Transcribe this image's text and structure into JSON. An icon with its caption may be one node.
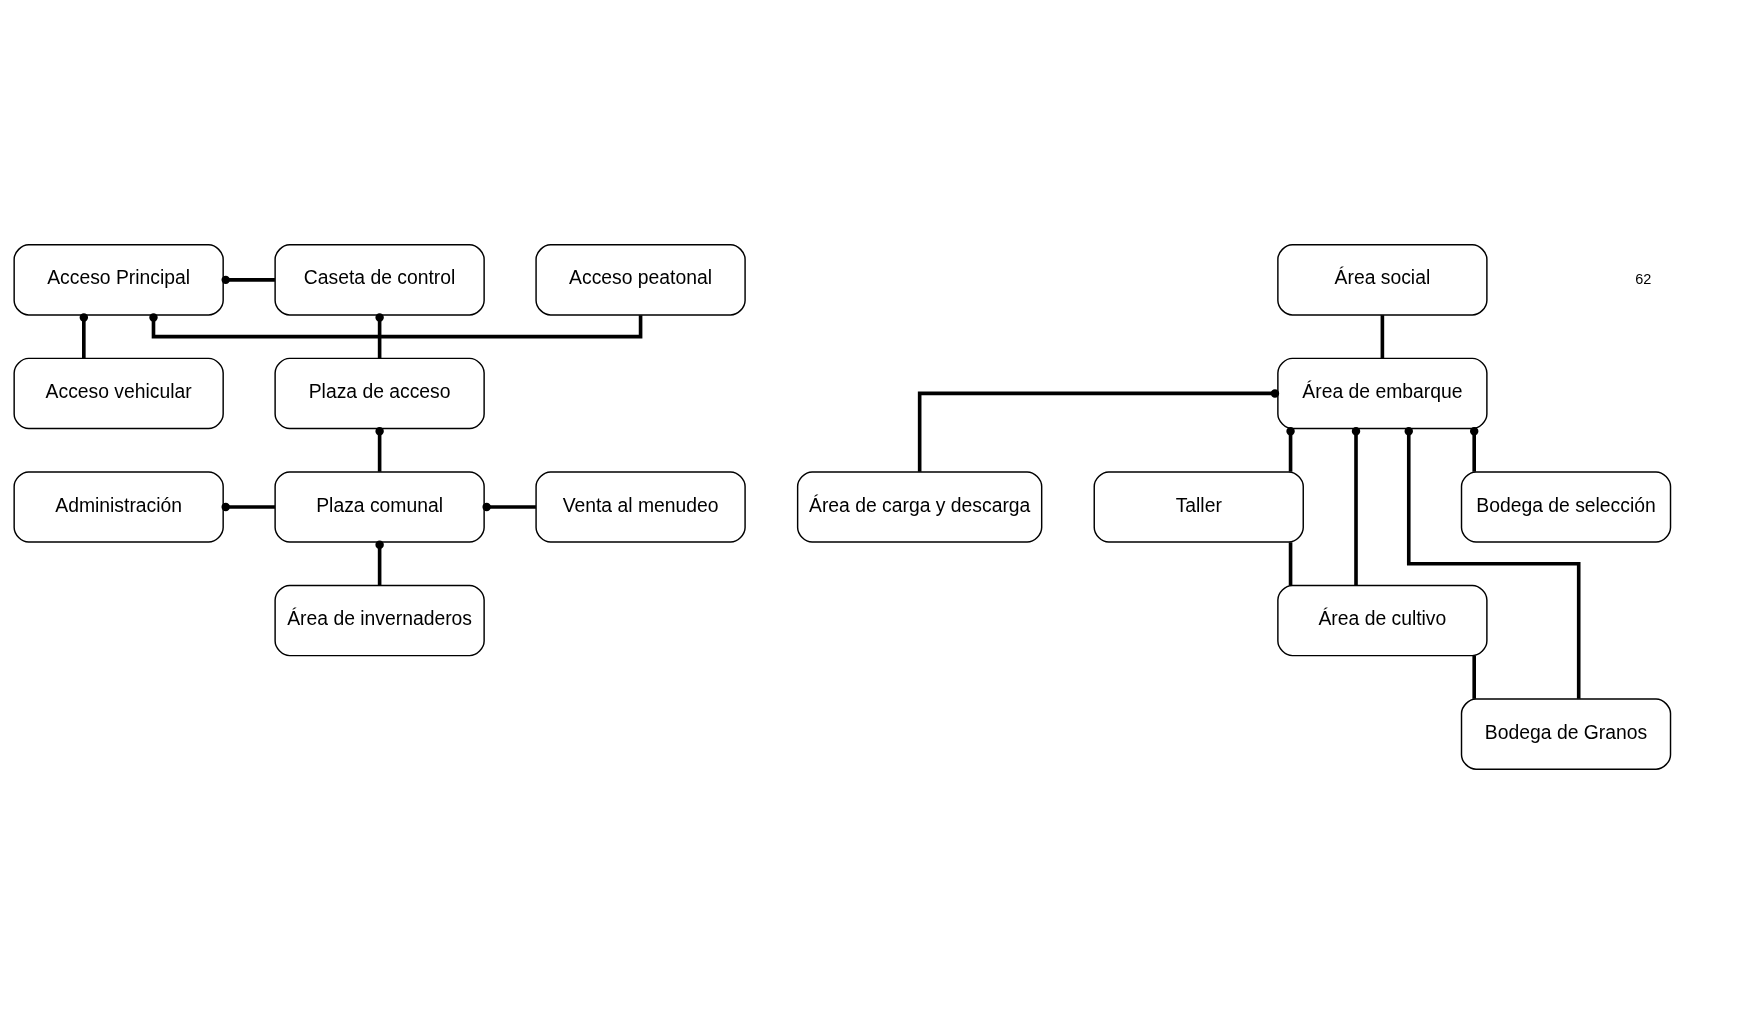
{
  "diagram": {
    "nodes": [
      {
        "text": [
          "Acceso peatonal"
        ]
      },
      {
        "text": [
          "Acceso Principal"
        ]
      },
      {
        "text": [
          "Caseta de control"
        ]
      },
      {
        "text": [
          "Acceso vehicular"
        ]
      },
      {
        "text": [
          "Plaza de acceso"
        ]
      },
      {
        "text": [
          "Área de carga y descarga"
        ]
      },
      {
        "text": [
          "Administración"
        ]
      },
      {
        "text": [
          "Plaza comunal"
        ]
      },
      {
        "text": [
          "Venta al menudeo"
        ]
      },
      {
        "text": [
          "Área social"
        ]
      },
      {
        "text": [
          "Área de embarque"
        ]
      },
      {
        "text": [
          "Área de invernaderos"
        ]
      },
      {
        "text": [
          "Taller"
        ]
      },
      {
        "text": [
          "Área de cultivo"
        ]
      },
      {
        "text": [
          "Bodega de selección"
        ]
      },
      {
        "text": [
          "Bodega de Granos"
        ]
      }
    ],
    "edges": [
      {
        "from": 1,
        "to": 0,
        "arrow": "other"
      },
      {
        "from": 1,
        "to": 3,
        "arrow": "other"
      },
      {
        "from": 1,
        "to": 2,
        "arrow": "other"
      },
      {
        "from": 2,
        "to": 4,
        "arrow": "other"
      },
      {
        "from": 4,
        "to": 7,
        "arrow": "other"
      },
      {
        "from": 6,
        "to": 7,
        "arrow": "other"
      },
      {
        "from": 7,
        "to": 8,
        "arrow": "other"
      },
      {
        "from": 7,
        "to": 11,
        "arrow": "other"
      },
      {
        "from": 9,
        "to": 10,
        "arrow": "none"
      },
      {
        "from": 10,
        "to": 5,
        "arrow": "other"
      },
      {
        "from": 10,
        "to": 12,
        "arrow": "other"
      },
      {
        "from": 10,
        "to": 13,
        "arrow": "other"
      },
      {
        "from": 10,
        "to": 14,
        "arrow": "other"
      },
      {
        "from": 10,
        "to": 15,
        "arrow": "other"
      },
      {
        "from": 12,
        "to": 13,
        "arrow": "none"
      },
      {
        "from": 13,
        "to": 15,
        "arrow": "none"
      }
    ],
    "labels": [
      "62"
    ]
  }
}
